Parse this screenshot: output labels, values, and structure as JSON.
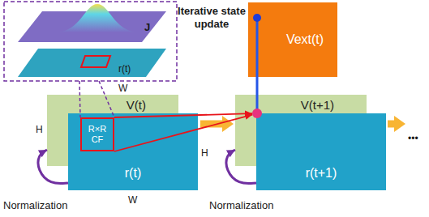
{
  "diagram": {
    "nodes": [
      {
        "text": [
          "Vext(t)"
        ]
      },
      {
        "text": [
          "V(t)"
        ]
      },
      {
        "text": [
          "r(t)"
        ]
      },
      {
        "text": [
          "R×R CF"
        ],
        "in": 2
      },
      {
        "text": [
          "V(t+1)"
        ]
      },
      {
        "text": [
          "r(t+1)"
        ]
      }
    ],
    "edges": [
      {
        "from": 0,
        "to": 4,
        "arrow": "none"
      },
      {
        "from": 3,
        "to": 4,
        "arrow": "to"
      },
      {
        "from": 2,
        "to": 1,
        "arrow": "to"
      },
      {
        "from": 1,
        "to": 4,
        "arrow": "to"
      },
      {
        "from": 5,
        "to": 4,
        "arrow": "to"
      }
    ],
    "labels": [
      "J",
      "r(t)",
      "Iterative state update",
      "W",
      "H",
      "H",
      "W",
      "Normalization",
      "Normalization",
      "•••"
    ]
  }
}
